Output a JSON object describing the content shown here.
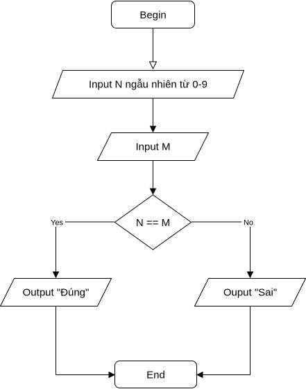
{
  "diagram": {
    "type": "flowchart",
    "nodes": {
      "begin": {
        "label": "Begin",
        "shape": "rounded-rectangle"
      },
      "input_n": {
        "label": "Input N ngẫu nhiên từ 0-9",
        "shape": "parallelogram"
      },
      "input_m": {
        "label": "Input M",
        "shape": "parallelogram"
      },
      "decision": {
        "label": "N == M",
        "shape": "diamond"
      },
      "output_dung": {
        "label": "Output \"Đúng\"",
        "shape": "parallelogram"
      },
      "output_sai": {
        "label": "Ouput \"Sai\"",
        "shape": "parallelogram"
      },
      "end": {
        "label": "End",
        "shape": "rounded-rectangle"
      }
    },
    "edges": {
      "yes_label": "Yes",
      "no_label": "No"
    }
  }
}
